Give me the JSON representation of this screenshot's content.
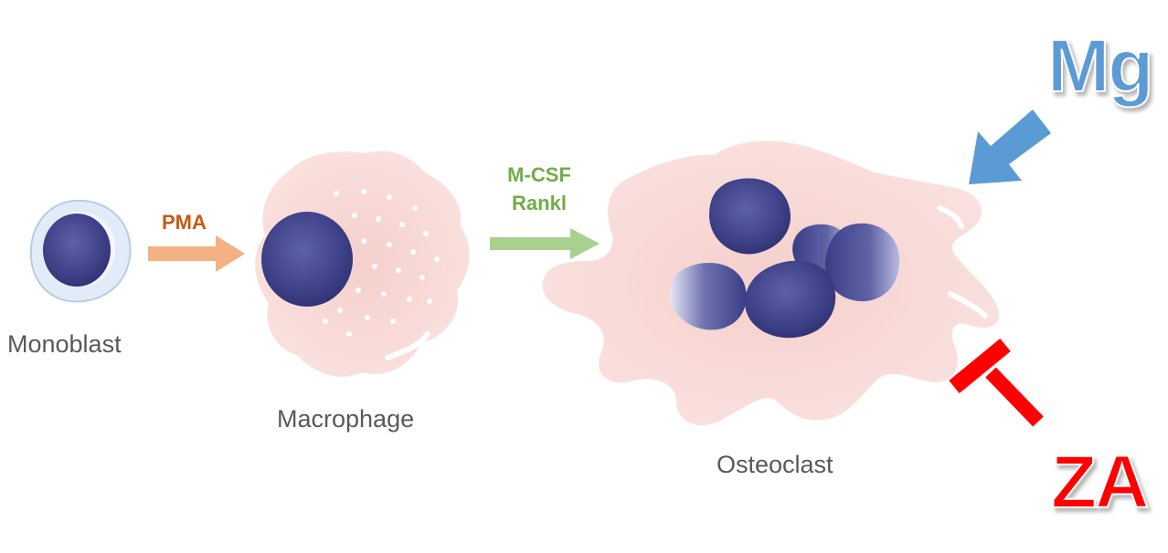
{
  "cells": {
    "monoblast": "Monoblast",
    "macrophage": "Macrophage",
    "osteoclast": "Osteoclast"
  },
  "arrows": {
    "pma": "PMA",
    "mcsf": "M-CSF",
    "rankl": "Rankl"
  },
  "modulators": {
    "mg": "Mg",
    "za": "ZA"
  },
  "colors": {
    "pma_arrow": "#f4b183",
    "pma_text": "#c55a11",
    "mcsf_arrow": "#a9d18e",
    "mcsf_text": "#70ad47",
    "mg": "#5b9bd5",
    "za": "#ff0000",
    "cell_body": "#f8d9d6",
    "nucleus": "#3c3f86",
    "monoblast_halo": "#dde9f7"
  }
}
